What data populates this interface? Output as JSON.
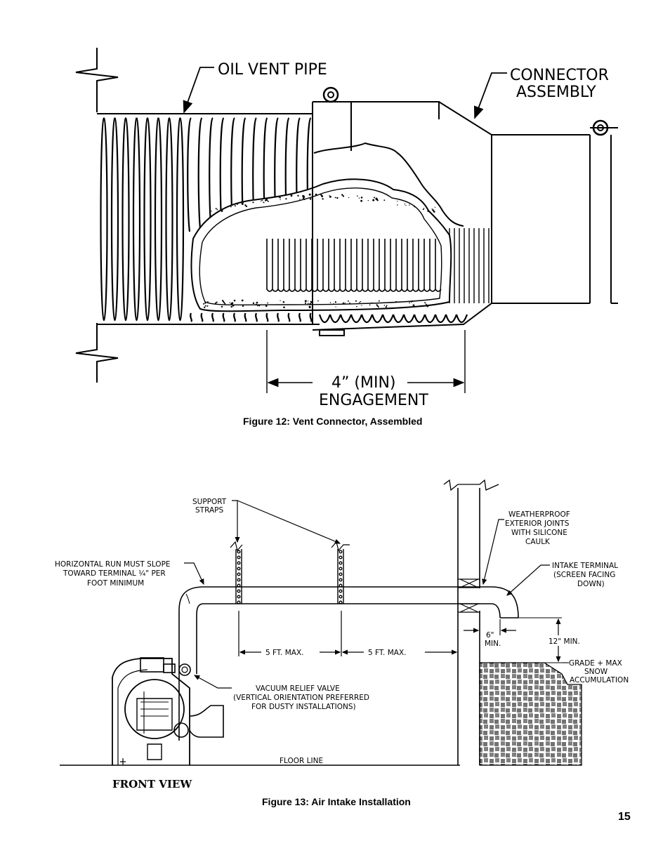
{
  "figure12": {
    "caption": "Figure 12:  Vent Connector, Assembled",
    "labels": {
      "oil_vent_pipe": "OIL VENT PIPE",
      "connector_line1": "CONNECTOR",
      "connector_line2": "ASSEMBLY",
      "engagement_dim": "4”  (MIN)",
      "engagement": "ENGAGEMENT"
    }
  },
  "figure13": {
    "caption": "Figure 13:  Air Intake Installation",
    "labels": {
      "support_straps_1": "SUPPORT",
      "support_straps_2": "STRAPS",
      "slope_1": "HORIZONTAL RUN MUST SLOPE",
      "slope_2": "TOWARD TERMINAL ¼\" PER",
      "slope_3": "FOOT MINIMUM",
      "weatherproof_1": "WEATHERPROOF",
      "weatherproof_2": "EXTERIOR JOINTS",
      "weatherproof_3": "WITH SILICONE",
      "weatherproof_4": "CAULK",
      "intake_1": "INTAKE TERMINAL",
      "intake_2": "(SCREEN FACING",
      "intake_3": "DOWN)",
      "five_ft_1": "5 FT. MAX.",
      "five_ft_2": "5 FT. MAX.",
      "six_in_1": "6\"",
      "six_in_2": "MIN.",
      "twelve_in": "12\" MIN.",
      "grade_1": "GRADE + MAX",
      "grade_2": "SNOW",
      "grade_3": "ACCUMULATION",
      "vacuum_1": "VACUUM RELIEF VALVE",
      "vacuum_2": "(VERTICAL ORIENTATION PREFERRED",
      "vacuum_3": "FOR DUSTY INSTALLATIONS)",
      "floor_line": "FLOOR LINE",
      "front_view": "FRONT VIEW"
    }
  },
  "page_number": "15"
}
